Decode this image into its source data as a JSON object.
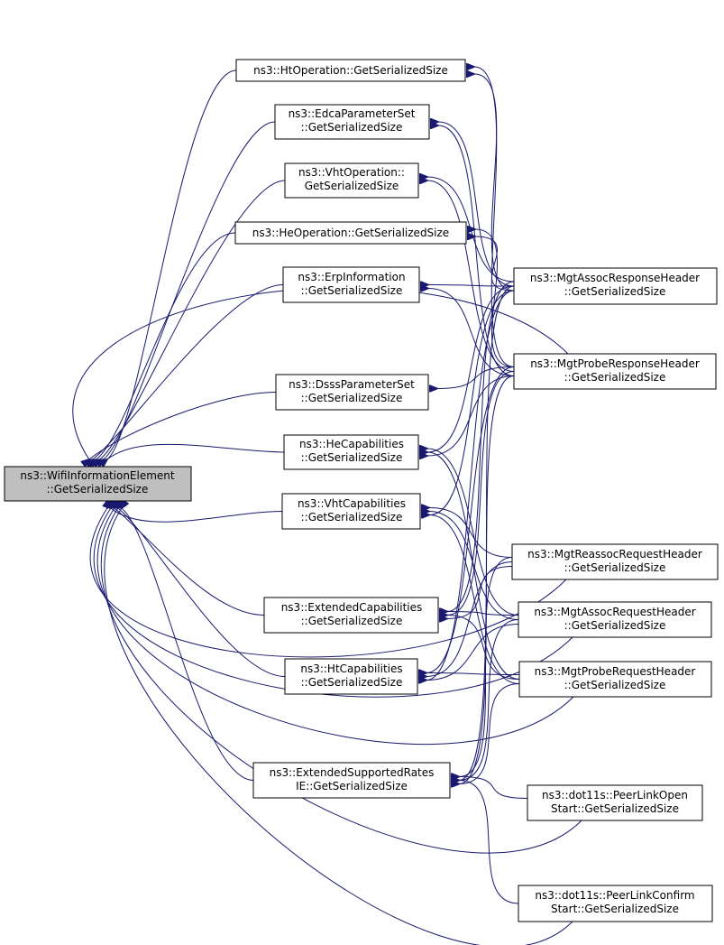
{
  "diagram": {
    "type": "call-graph",
    "colors": {
      "edge": "#191970",
      "node_fill": "#ffffff",
      "focus_fill": "#bfbfbf",
      "border": "#000000"
    },
    "nodes": {
      "n0": {
        "lines": [
          "ns3::WifiInformationElement",
          "::GetSerializedSize"
        ]
      },
      "n1": {
        "lines": [
          "ns3::HtOperation::GetSerializedSize"
        ]
      },
      "n2": {
        "lines": [
          "ns3::EdcaParameterSet",
          "::GetSerializedSize"
        ]
      },
      "n3": {
        "lines": [
          "ns3::VhtOperation::",
          "GetSerializedSize"
        ]
      },
      "n4": {
        "lines": [
          "ns3::HeOperation::GetSerializedSize"
        ]
      },
      "n5": {
        "lines": [
          "ns3::ErpInformation",
          "::GetSerializedSize"
        ]
      },
      "n6": {
        "lines": [
          "ns3::DsssParameterSet",
          "::GetSerializedSize"
        ]
      },
      "n7": {
        "lines": [
          "ns3::HeCapabilities",
          "::GetSerializedSize"
        ]
      },
      "n8": {
        "lines": [
          "ns3::VhtCapabilities",
          "::GetSerializedSize"
        ]
      },
      "n9": {
        "lines": [
          "ns3::ExtendedCapabilities",
          "::GetSerializedSize"
        ]
      },
      "n10": {
        "lines": [
          "ns3::HtCapabilities",
          "::GetSerializedSize"
        ]
      },
      "n11": {
        "lines": [
          "ns3::ExtendedSupportedRates",
          "IE::GetSerializedSize"
        ]
      },
      "n12": {
        "lines": [
          "ns3::MgtAssocResponseHeader",
          "::GetSerializedSize"
        ]
      },
      "n13": {
        "lines": [
          "ns3::MgtProbeResponseHeader",
          "::GetSerializedSize"
        ]
      },
      "n14": {
        "lines": [
          "ns3::MgtReassocRequestHeader",
          "::GetSerializedSize"
        ]
      },
      "n15": {
        "lines": [
          "ns3::MgtAssocRequestHeader",
          "::GetSerializedSize"
        ]
      },
      "n16": {
        "lines": [
          "ns3::MgtProbeRequestHeader",
          "::GetSerializedSize"
        ]
      },
      "n17": {
        "lines": [
          "ns3::dot11s::PeerLinkOpen",
          "Start::GetSerializedSize"
        ]
      },
      "n18": {
        "lines": [
          "ns3::dot11s::PeerLinkConfirm",
          "Start::GetSerializedSize"
        ]
      }
    },
    "edges": [
      [
        "n1",
        "n0"
      ],
      [
        "n2",
        "n0"
      ],
      [
        "n3",
        "n0"
      ],
      [
        "n4",
        "n0"
      ],
      [
        "n5",
        "n0"
      ],
      [
        "n6",
        "n0"
      ],
      [
        "n7",
        "n0"
      ],
      [
        "n8",
        "n0"
      ],
      [
        "n9",
        "n0"
      ],
      [
        "n10",
        "n0"
      ],
      [
        "n11",
        "n0"
      ],
      [
        "n13",
        "n0"
      ],
      [
        "n14",
        "n0"
      ],
      [
        "n15",
        "n0"
      ],
      [
        "n16",
        "n0"
      ],
      [
        "n17",
        "n0"
      ],
      [
        "n18",
        "n0"
      ],
      [
        "n12",
        "n1"
      ],
      [
        "n13",
        "n1"
      ],
      [
        "n12",
        "n2"
      ],
      [
        "n13",
        "n2"
      ],
      [
        "n12",
        "n3"
      ],
      [
        "n13",
        "n3"
      ],
      [
        "n12",
        "n4"
      ],
      [
        "n13",
        "n4"
      ],
      [
        "n12",
        "n5"
      ],
      [
        "n13",
        "n5"
      ],
      [
        "n13",
        "n6"
      ],
      [
        "n12",
        "n7"
      ],
      [
        "n13",
        "n7"
      ],
      [
        "n15",
        "n7"
      ],
      [
        "n16",
        "n7"
      ],
      [
        "n12",
        "n8"
      ],
      [
        "n14",
        "n8"
      ],
      [
        "n15",
        "n8"
      ],
      [
        "n16",
        "n8"
      ],
      [
        "n12",
        "n9"
      ],
      [
        "n13",
        "n9"
      ],
      [
        "n14",
        "n9"
      ],
      [
        "n15",
        "n9"
      ],
      [
        "n16",
        "n9"
      ],
      [
        "n12",
        "n10"
      ],
      [
        "n13",
        "n10"
      ],
      [
        "n14",
        "n10"
      ],
      [
        "n15",
        "n10"
      ],
      [
        "n16",
        "n10"
      ],
      [
        "n12",
        "n11"
      ],
      [
        "n13",
        "n11"
      ],
      [
        "n14",
        "n11"
      ],
      [
        "n15",
        "n11"
      ],
      [
        "n16",
        "n11"
      ],
      [
        "n17",
        "n11"
      ],
      [
        "n18",
        "n11"
      ]
    ]
  }
}
